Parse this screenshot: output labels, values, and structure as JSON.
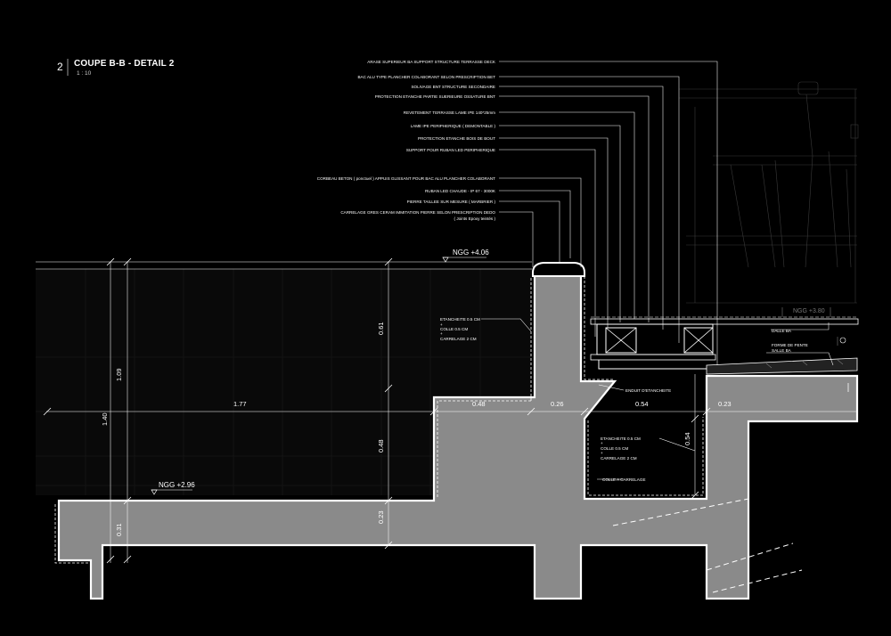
{
  "title": {
    "number": "2",
    "name": "COUPE B-B - DETAIL 2",
    "scale": "1 : 10"
  },
  "callouts": [
    "ARASE SUPERIEUR BA SUPPORT STRUCTURE TERRASSE DECK",
    "BAC ALU TYPE PLANCHER COLABORANT SELON PRESCRIPTION BET",
    "SOLIVAGE BNT STRUCTURE SECONDAIRE",
    "PROTECTION ETANCHE PARTIE SUERIEURE OSSATURE BNT",
    "REVETEMENT TERRASSE LAME IPE 140*25mm",
    "LAME IPE PERIPHERIQUE ( DEMONTABLE )",
    "PROTECTION ETANCHE BOIS DE BOUT",
    "SUPPORT POUR RUBAN LED PERIPHERIQUE",
    "CORBEAU BETON ( ponctuel ) APPUIS GLISSANT POUR BAC ALU PLANCHER COLABORANT",
    "RUBAN LED CHAUDE - IP 67 - 3000K",
    "PIERRE TAILLEE SUR MESURE ( MARBRIER )",
    "CARRELAGE GRES CERAM IMMITATION PIERRE SELON PRESCRIPTION DEDO",
    "( Joints Epoxy teintés )"
  ],
  "levels": {
    "top": "NGG +4.06",
    "bottom": "NGG +2.96",
    "right": "NGG +3.80"
  },
  "dimensions": {
    "d_1_40": "1.40",
    "d_1_09": "1.09",
    "d_0_31": "0.31",
    "d_1_77": "1.77",
    "d_0_61": "0.61",
    "d_0_48v": "0.48",
    "d_0_23v": "0.23",
    "d_0_48h": "0.48",
    "d_0_26": "0.26",
    "d_0_54h": "0.54",
    "d_0_23h": "0.23",
    "d_0_54v": "0.54"
  },
  "labels": {
    "left_layer_1": "ETANCHEITE 0.5 CM",
    "left_layer_2": "COLLE 0.5 CM",
    "left_layer_3": "CARRELAGE 2 CM",
    "plus": "+",
    "enduit": "ENDUIT D'ETANCHEITE",
    "right_layer_1": "ETANCHEITE 0.5 CM",
    "right_layer_2": "COLLE 0.5 CM",
    "right_layer_3": "CARRELAGE 2 CM",
    "colle_carrelage": "COLLE A CARRELAGE",
    "dalle": "DALLE BA",
    "forme_1": "FORME DE PENTE",
    "forme_2": "SALLE BA"
  }
}
